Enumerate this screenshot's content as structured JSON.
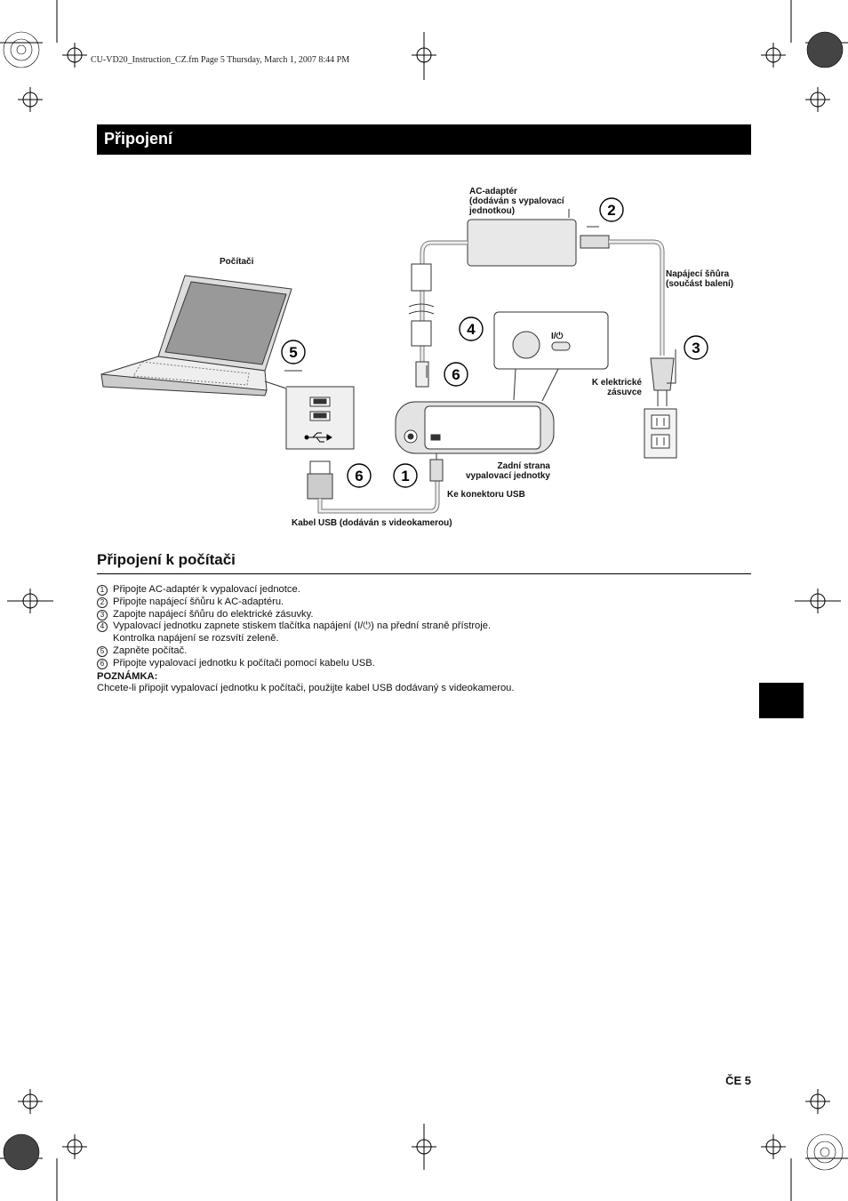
{
  "header": {
    "meta": "CU-VD20_Instruction_CZ.fm  Page 5  Thursday, March 1, 2007  8:44 PM"
  },
  "title": "Připojení",
  "diagram": {
    "labels": {
      "adapter_1": "AC-adaptér",
      "adapter_2": "(dodáván s vypalovací",
      "adapter_3": "jednotkou)",
      "computer": "Počítači",
      "cord_1": "Napájecí šňůra",
      "cord_2": "(součást balení)",
      "outlet_1": "K elektrické",
      "outlet_2": "zásuvce",
      "rear_1": "Zadní strana",
      "rear_2": "vypalovací jednotky",
      "usb_conn": "Ke konektoru USB",
      "usb_cable": "Kabel USB (dodáván s videokamerou)",
      "power_symbol": "I/⏻"
    },
    "callouts": [
      "1",
      "2",
      "3",
      "4",
      "5",
      "6",
      "6"
    ]
  },
  "section": {
    "title": "Připojení k počítači",
    "steps": [
      {
        "n": "1",
        "text": "Připojte AC-adaptér k vypalovací jednotce."
      },
      {
        "n": "2",
        "text": "Připojte napájecí šňůru k AC-adaptéru."
      },
      {
        "n": "3",
        "text": "Zapojte napájecí šňůru do elektrické zásuvky."
      },
      {
        "n": "4",
        "text": "Vypalovací jednotku zapnete stiskem tlačítka napájení (I/⏻) na přední straně přístroje.",
        "text2": "Kontrolka napájení se rozsvítí zeleně."
      },
      {
        "n": "5",
        "text": "Zapněte počítač."
      },
      {
        "n": "6",
        "text": "Připojte vypalovací jednotku k počítači pomocí kabelu USB."
      }
    ],
    "note_heading": "POZNÁMKA:",
    "note_text": "Chcete-li připojit vypalovací jednotku k počítači, použijte kabel USB dodávaný s videokamerou."
  },
  "footer": {
    "page": "ČE  5"
  }
}
